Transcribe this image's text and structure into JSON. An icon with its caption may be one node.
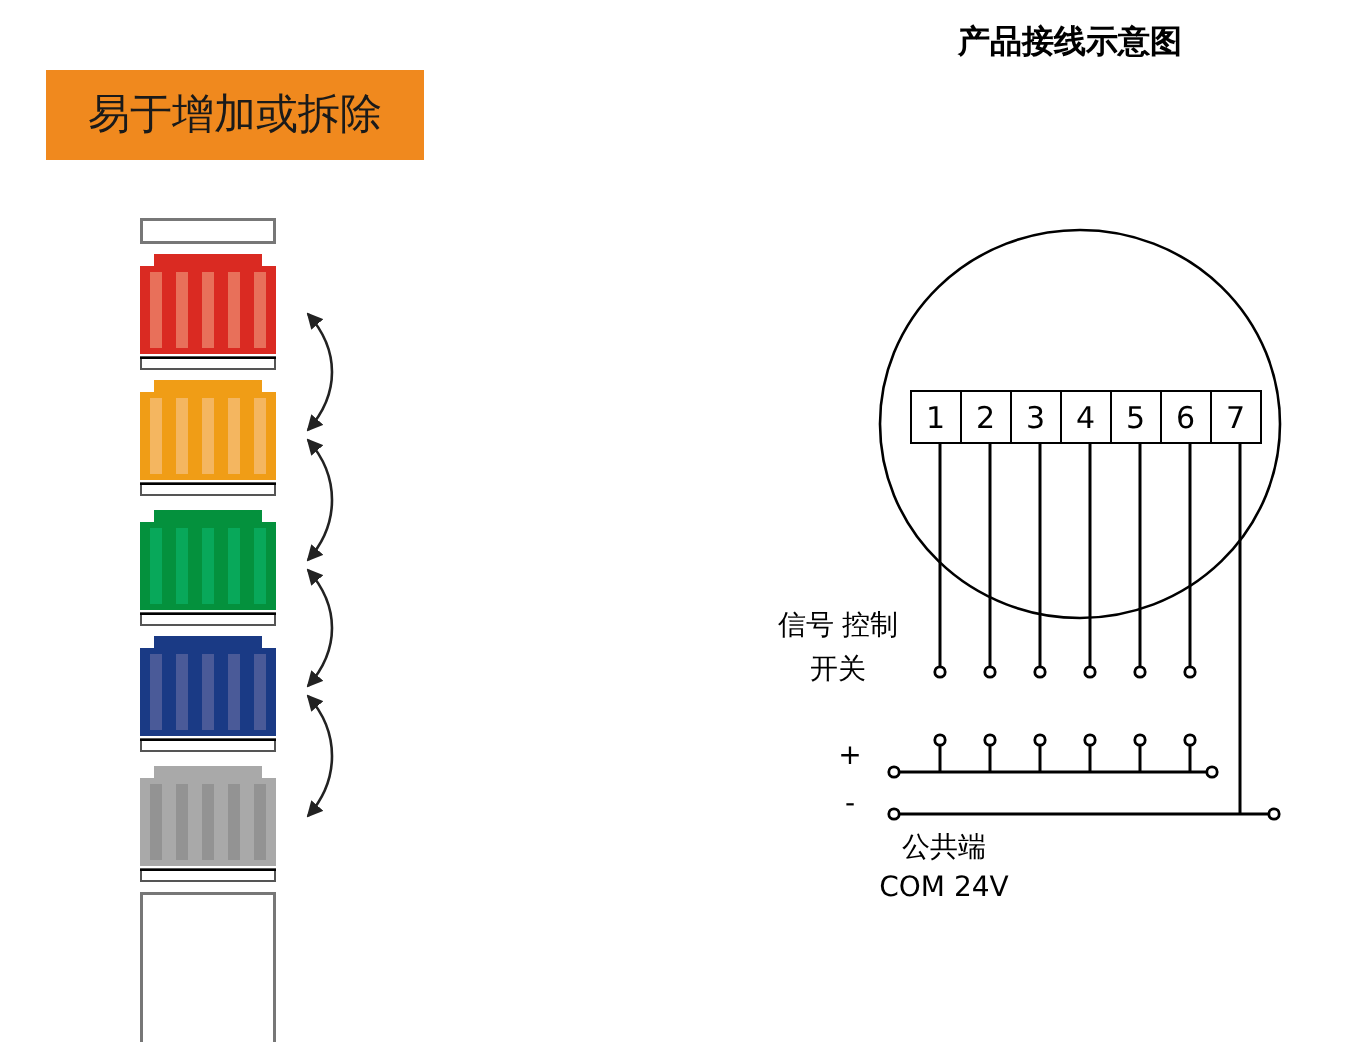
{
  "diagram": {
    "nodes": [
      {
        "text": [],
        "shape": "box"
      },
      {
        "text": [],
        "shape": "box"
      },
      {
        "text": [],
        "shape": "box"
      },
      {
        "text": [],
        "shape": "box"
      },
      {
        "text": [],
        "shape": "box"
      },
      {
        "text": [],
        "shape": "box"
      },
      {
        "text": [],
        "shape": "box"
      },
      {
        "text": [],
        "shape": "circle"
      },
      {
        "text": [
          "1"
        ],
        "in": 7
      },
      {
        "text": [
          "2"
        ],
        "in": 7
      },
      {
        "text": [
          "3"
        ],
        "in": 7
      },
      {
        "text": [
          "4"
        ],
        "in": 7
      },
      {
        "text": [
          "5"
        ],
        "in": 7
      },
      {
        "text": [
          "6"
        ],
        "in": 7
      },
      {
        "text": [
          "7"
        ],
        "in": 7
      }
    ],
    "edges": [
      {
        "from": 1,
        "to": 2,
        "arrow": "both"
      },
      {
        "from": 2,
        "to": 3,
        "arrow": "both"
      },
      {
        "from": 3,
        "to": 4,
        "arrow": "both"
      },
      {
        "from": 4,
        "to": 5,
        "arrow": "both"
      },
      {
        "from": 8,
        "to": null,
        "arrow": "other"
      },
      {
        "from": 9,
        "to": null,
        "arrow": "other"
      },
      {
        "from": 10,
        "to": null,
        "arrow": "other"
      },
      {
        "from": 11,
        "to": null,
        "arrow": "other"
      },
      {
        "from": 12,
        "to": null,
        "arrow": "other"
      },
      {
        "from": 13,
        "to": null,
        "arrow": "other"
      },
      {
        "from": 14,
        "to": null,
        "arrow": "none"
      }
    ],
    "labels": [
      "易于增加或拆除",
      "产品接线示意图",
      "信号 控制开关",
      "+",
      "-",
      "公共端 COM 24V"
    ]
  }
}
